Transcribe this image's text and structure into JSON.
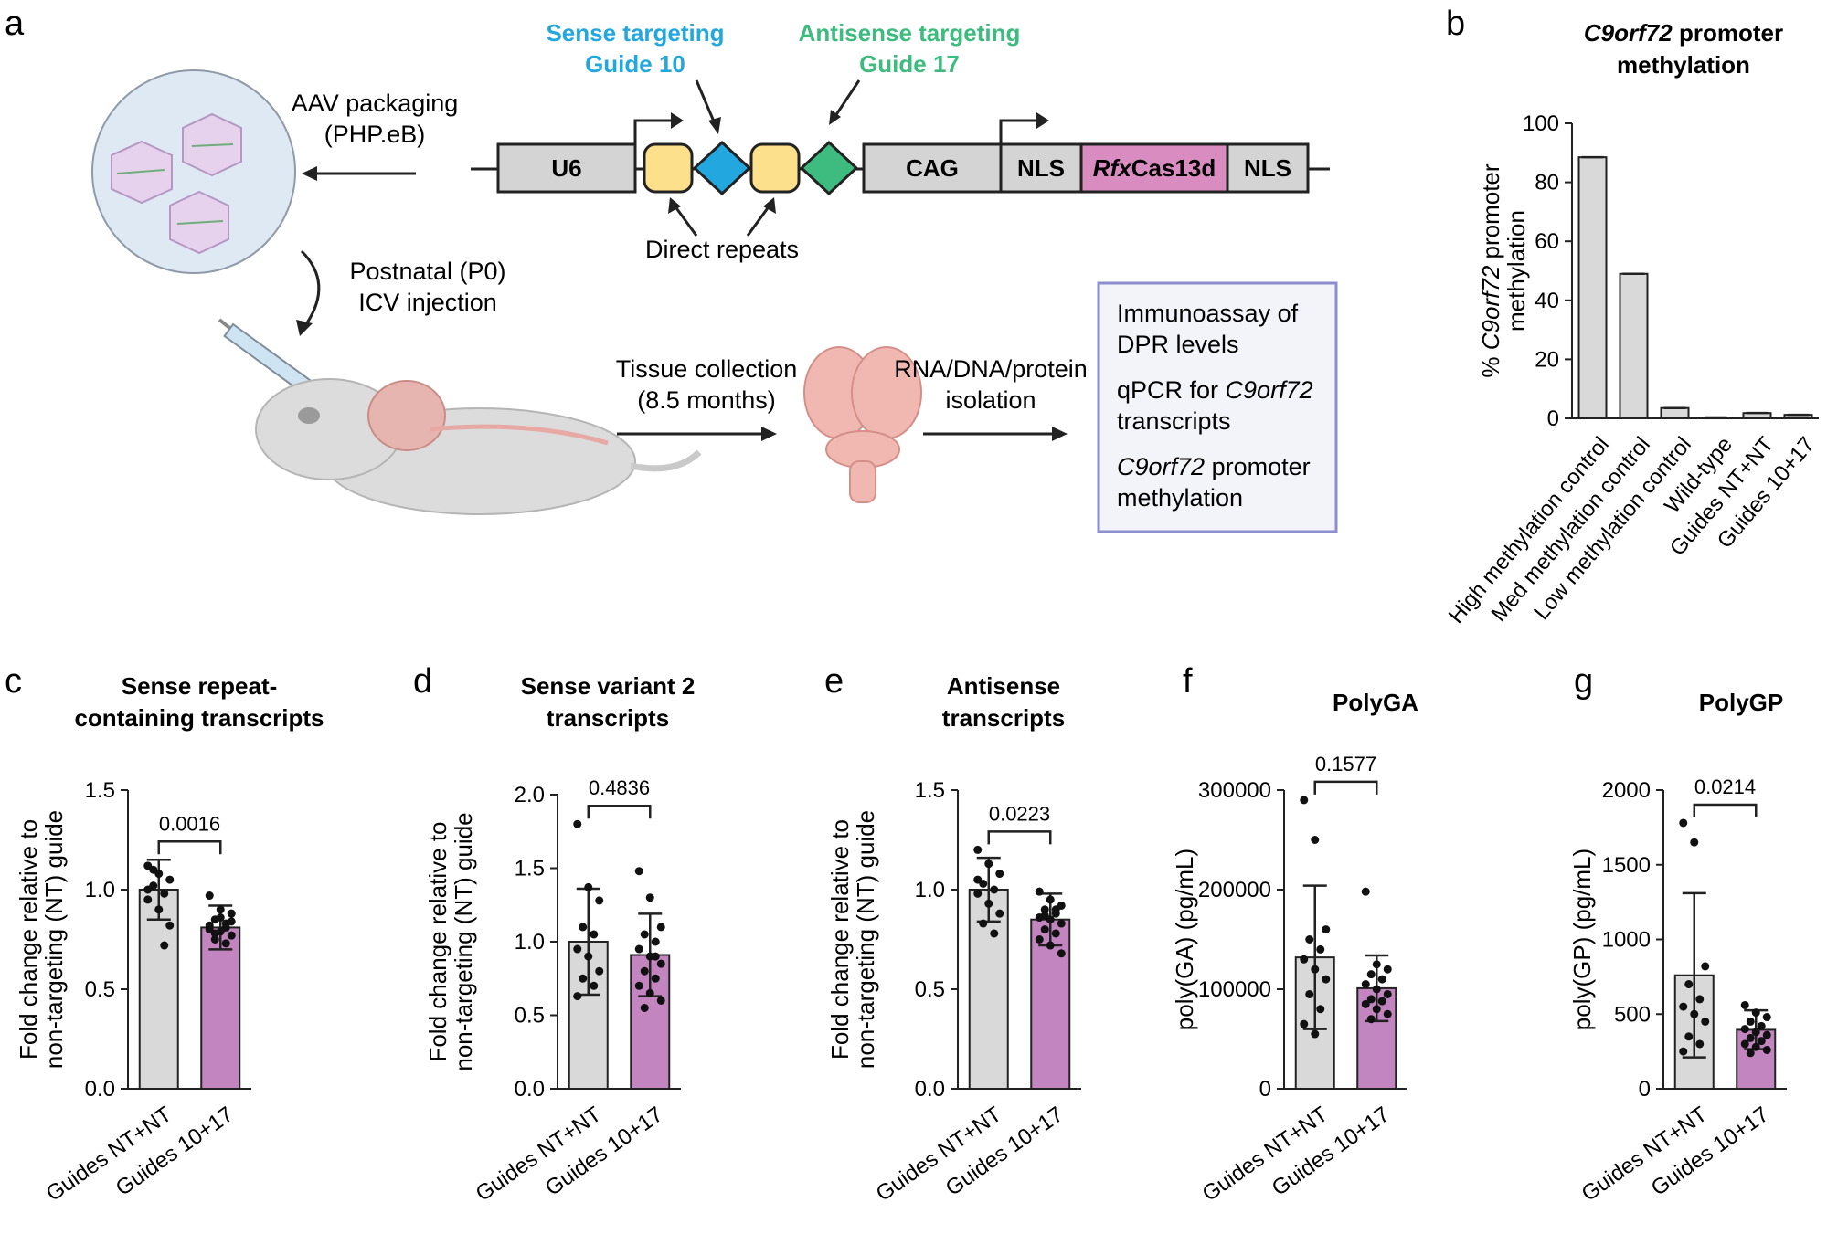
{
  "panel_labels": {
    "a": "a",
    "b": "b",
    "c": "c",
    "d": "d",
    "e": "e",
    "f": "f",
    "g": "g"
  },
  "panel_a": {
    "sense_label_1": "Sense targeting",
    "sense_label_2": "Guide 10",
    "antisense_label_1": "Antisense targeting",
    "antisense_label_2": "Guide 17",
    "aav_1": "AAV packaging",
    "aav_2": "(PHP.eB)",
    "postnatal_1": "Postnatal (P0)",
    "postnatal_2": "ICV injection",
    "construct": {
      "u6": "U6",
      "cag": "CAG",
      "nls_left": "NLS",
      "rfx_italic": "Rfx",
      "rfx_rest": "Cas13d",
      "nls_right": "NLS",
      "direct_repeats": "Direct repeats"
    },
    "tissue_1": "Tissue collection",
    "tissue_2": "(8.5 months)",
    "isolation_1": "RNA/DNA/protein",
    "isolation_2": "isolation",
    "box": {
      "l1": "Immunoassay of",
      "l2": "DPR levels",
      "l3a": "qPCR for ",
      "l3b": "C9orf72",
      "l4": "transcripts",
      "l5a": "C9orf72",
      "l5b": " promoter",
      "l6": "methylation"
    },
    "colors": {
      "sense": "#22a7df",
      "antisense": "#3ebb7e",
      "repeat": "#fde08c",
      "cas": "#d98cc0",
      "box_border": "#8c8fcf",
      "box_fill": "#f3f4f9"
    }
  },
  "chart_data": [
    {
      "panel": "b",
      "type": "bar",
      "title_italic": "C9orf72",
      "title_rest": " promoter",
      "title_line2": "methylation",
      "ylabel_prefix": "% ",
      "ylabel_italic": "C9orf72",
      "ylabel_rest": " promoter",
      "ylabel_line2": "methylation",
      "ylim": [
        0,
        100
      ],
      "yticks": [
        "0",
        "20",
        "40",
        "60",
        "80",
        "100"
      ],
      "categories": [
        "High methylation control",
        "Med methylation control",
        "Low methylation control",
        "Wild-type",
        "Guides NT+NT",
        "Guides 10+17"
      ],
      "values": [
        88.5,
        49,
        3.5,
        0.3,
        1.8,
        1.2
      ],
      "colors": [
        "#d9d9d9",
        "#d9d9d9",
        "#d9d9d9",
        "#d9d9d9",
        "#d9d9d9",
        "#d9d9d9"
      ]
    },
    {
      "panel": "c",
      "type": "bar",
      "title_line1": "Sense repeat-",
      "title_line2": "containing transcripts",
      "ylabel_line1": "Fold change relative to",
      "ylabel_line2": "non-targeting (NT) guide",
      "ylim": [
        0,
        1.5
      ],
      "yticks": [
        "0.0",
        "0.5",
        "1.0",
        "1.5"
      ],
      "categories": [
        "Guides NT+NT",
        "Guides 10+17"
      ],
      "values": [
        1.0,
        0.81
      ],
      "errors": [
        0.15,
        0.11
      ],
      "points": [
        [
          1.12,
          1.08,
          1.05,
          1.02,
          0.98,
          0.95,
          0.9,
          0.82,
          1.1,
          0.72,
          1.0
        ],
        [
          0.97,
          0.9,
          0.88,
          0.85,
          0.83,
          0.8,
          0.79,
          0.77,
          0.75,
          0.73,
          0.82,
          0.86,
          0.84,
          0.78,
          0.81
        ]
      ],
      "pvalue": "0.0016",
      "colors": [
        "#d9d9d9",
        "#c285bf"
      ]
    },
    {
      "panel": "d",
      "type": "bar",
      "title_line1": "Sense variant 2",
      "title_line2": "transcripts",
      "ylabel_line1": "Fold change relative to",
      "ylabel_line2": "non-targeting (NT) guide",
      "ylim": [
        0,
        2.0
      ],
      "yticks": [
        "0.0",
        "0.5",
        "1.0",
        "1.5",
        "2.0"
      ],
      "categories": [
        "Guides NT+NT",
        "Guides 10+17"
      ],
      "values": [
        1.0,
        0.91
      ],
      "errors": [
        0.36,
        0.28
      ],
      "points": [
        [
          1.8,
          1.37,
          1.28,
          1.1,
          1.05,
          0.95,
          0.9,
          0.8,
          0.75,
          0.7,
          0.63
        ],
        [
          1.48,
          1.3,
          1.1,
          1.05,
          1.0,
          0.95,
          0.9,
          0.85,
          0.8,
          0.75,
          0.7,
          0.65,
          0.6,
          0.55,
          0.9
        ]
      ],
      "pvalue": "0.4836",
      "colors": [
        "#d9d9d9",
        "#c285bf"
      ]
    },
    {
      "panel": "e",
      "type": "bar",
      "title_line1": "Antisense",
      "title_line2": "transcripts",
      "ylabel_line1": "Fold change relative to",
      "ylabel_line2": "non-targeting (NT) guide",
      "ylim": [
        0,
        1.5
      ],
      "yticks": [
        "0.0",
        "0.5",
        "1.0",
        "1.5"
      ],
      "categories": [
        "Guides NT+NT",
        "Guides 10+17"
      ],
      "values": [
        1.0,
        0.85
      ],
      "errors": [
        0.16,
        0.13
      ],
      "points": [
        [
          1.2,
          1.13,
          1.08,
          1.03,
          1.0,
          0.98,
          0.93,
          0.88,
          0.83,
          0.78,
          1.05
        ],
        [
          0.99,
          0.95,
          0.92,
          0.9,
          0.88,
          0.86,
          0.85,
          0.83,
          0.8,
          0.78,
          0.75,
          0.72,
          0.68,
          0.87,
          0.9
        ]
      ],
      "pvalue": "0.0223",
      "colors": [
        "#d9d9d9",
        "#c285bf"
      ]
    },
    {
      "panel": "f",
      "type": "bar",
      "title": "PolyGA",
      "ylabel": "poly(GA) (pg/mL)",
      "ylim": [
        0,
        300000
      ],
      "yticks": [
        "0",
        "100000",
        "200000",
        "300000"
      ],
      "categories": [
        "Guides NT+NT",
        "Guides 10+17"
      ],
      "values": [
        132000,
        101000
      ],
      "errors": [
        72000,
        33000
      ],
      "points": [
        [
          290000,
          250000,
          160000,
          150000,
          140000,
          130000,
          120000,
          110000,
          95000,
          80000,
          65000,
          55000
        ],
        [
          198000,
          125000,
          120000,
          115000,
          110000,
          105000,
          100000,
          95000,
          90000,
          88000,
          85000,
          80000,
          75000,
          70000
        ]
      ],
      "pvalue": "0.1577",
      "colors": [
        "#d9d9d9",
        "#c285bf"
      ]
    },
    {
      "panel": "g",
      "type": "bar",
      "title": "PolyGP",
      "ylabel": "poly(GP) (pg/mL)",
      "ylim": [
        0,
        2000
      ],
      "yticks": [
        "0",
        "500",
        "1000",
        "1500",
        "2000"
      ],
      "categories": [
        "Guides NT+NT",
        "Guides 10+17"
      ],
      "values": [
        760,
        395
      ],
      "errors": [
        550,
        130
      ],
      "points": [
        [
          1780,
          1650,
          820,
          700,
          600,
          550,
          500,
          450,
          350,
          300,
          250
        ],
        [
          560,
          510,
          480,
          450,
          420,
          400,
          380,
          360,
          340,
          320,
          300,
          280,
          260,
          240
        ]
      ],
      "pvalue": "0.0214",
      "colors": [
        "#d9d9d9",
        "#c285bf"
      ]
    }
  ]
}
